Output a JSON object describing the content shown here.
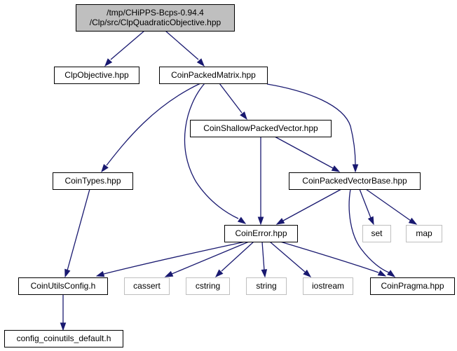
{
  "colors": {
    "edge": "#191970",
    "root_fill": "#bfbfbf",
    "node_fill": "#ffffff",
    "node_border": "#000000",
    "external_border": "#bfbfbf",
    "external_text": "#404040",
    "text": "#000000"
  },
  "nodes": [
    {
      "id": "root",
      "lines": [
        "/tmp/CHiPPS-Bcps-0.94.4",
        "/Clp/src/ClpQuadraticObjective.hpp"
      ],
      "kind": "root"
    },
    {
      "id": "clpobjective",
      "lines": [
        "ClpObjective.hpp"
      ],
      "kind": "normal"
    },
    {
      "id": "coinpackedmatrix",
      "lines": [
        "CoinPackedMatrix.hpp"
      ],
      "kind": "normal"
    },
    {
      "id": "coinshallowpackedvector",
      "lines": [
        "CoinShallowPackedVector.hpp"
      ],
      "kind": "normal"
    },
    {
      "id": "cointypes",
      "lines": [
        "CoinTypes.hpp"
      ],
      "kind": "normal"
    },
    {
      "id": "coinpackedvectorbase",
      "lines": [
        "CoinPackedVectorBase.hpp"
      ],
      "kind": "normal"
    },
    {
      "id": "coinerror",
      "lines": [
        "CoinError.hpp"
      ],
      "kind": "normal"
    },
    {
      "id": "set",
      "lines": [
        "set"
      ],
      "kind": "external"
    },
    {
      "id": "map",
      "lines": [
        "map"
      ],
      "kind": "external"
    },
    {
      "id": "coinutilsconfig",
      "lines": [
        "CoinUtilsConfig.h"
      ],
      "kind": "normal"
    },
    {
      "id": "cassert",
      "lines": [
        "cassert"
      ],
      "kind": "external"
    },
    {
      "id": "cstring",
      "lines": [
        "cstring"
      ],
      "kind": "external"
    },
    {
      "id": "string",
      "lines": [
        "string"
      ],
      "kind": "external"
    },
    {
      "id": "iostream",
      "lines": [
        "iostream"
      ],
      "kind": "external"
    },
    {
      "id": "coinpragma",
      "lines": [
        "CoinPragma.hpp"
      ],
      "kind": "normal"
    },
    {
      "id": "configdefault",
      "lines": [
        "config_coinutils_default.h"
      ],
      "kind": "normal"
    }
  ],
  "edges": [
    {
      "from": "root",
      "to": "clpobjective"
    },
    {
      "from": "root",
      "to": "coinpackedmatrix"
    },
    {
      "from": "coinpackedmatrix",
      "to": "cointypes"
    },
    {
      "from": "coinpackedmatrix",
      "to": "coinerror"
    },
    {
      "from": "coinpackedmatrix",
      "to": "coinshallowpackedvector"
    },
    {
      "from": "coinpackedmatrix",
      "to": "coinpackedvectorbase"
    },
    {
      "from": "coinshallowpackedvector",
      "to": "coinerror"
    },
    {
      "from": "coinshallowpackedvector",
      "to": "coinpackedvectorbase"
    },
    {
      "from": "cointypes",
      "to": "coinutilsconfig"
    },
    {
      "from": "coinpackedvectorbase",
      "to": "coinerror"
    },
    {
      "from": "coinpackedvectorbase",
      "to": "set"
    },
    {
      "from": "coinpackedvectorbase",
      "to": "map"
    },
    {
      "from": "coinpackedvectorbase",
      "to": "coinpragma"
    },
    {
      "from": "coinerror",
      "to": "coinutilsconfig"
    },
    {
      "from": "coinerror",
      "to": "cassert"
    },
    {
      "from": "coinerror",
      "to": "cstring"
    },
    {
      "from": "coinerror",
      "to": "string"
    },
    {
      "from": "coinerror",
      "to": "iostream"
    },
    {
      "from": "coinerror",
      "to": "coinpragma"
    },
    {
      "from": "coinutilsconfig",
      "to": "configdefault"
    }
  ]
}
